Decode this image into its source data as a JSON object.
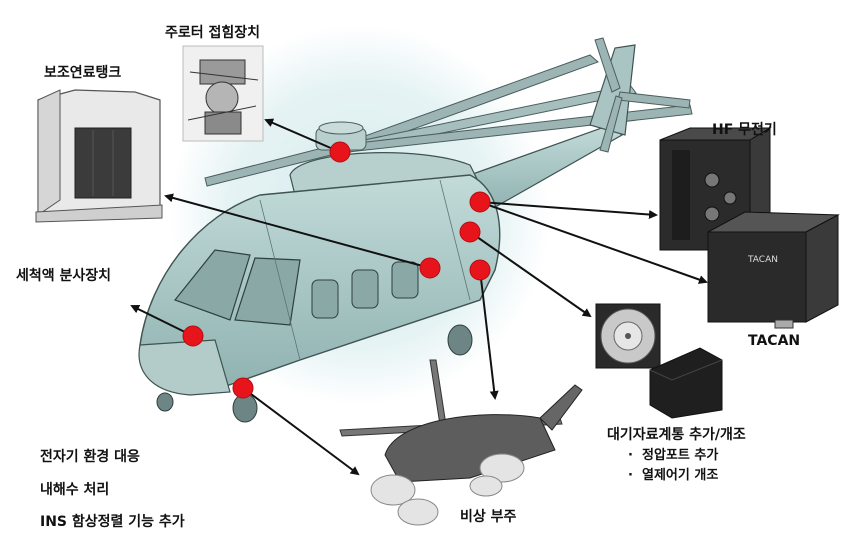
{
  "labels": {
    "rotor_folding": "주로터 접힘장치",
    "aux_fuel_tank": "보조연료탱크",
    "hf_radio": "HF 무전기",
    "washer_spray": "세척액 분사장치",
    "tacan": "TACAN",
    "air_data": "대기자료계통 추가/개조",
    "air_data_item1": "정압포트 추가",
    "air_data_item2": "열제어기 개조",
    "emi": "전자기 환경 대응",
    "seawater": "내해수 처리",
    "ins": "INS 함상정렬 기능 추가",
    "float": "비상 부주"
  },
  "tacan_plate_text": "TACAN",
  "colors": {
    "marker": "#e8141c",
    "helicopter_body": "#a9c8c6",
    "glow": "#cfe8ea",
    "arrow": "#111111"
  }
}
